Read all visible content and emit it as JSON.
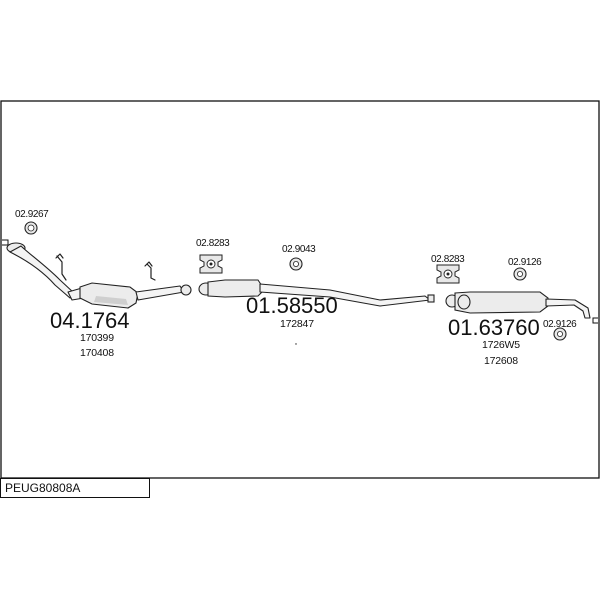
{
  "diagram_code": "PEUG80808A",
  "assemblies": [
    {
      "part_number": "04.1764",
      "refs": [
        "170399",
        "170408"
      ]
    },
    {
      "part_number": "01.58550",
      "refs": [
        "172847"
      ]
    },
    {
      "part_number": "01.63760",
      "refs": [
        "1726W5",
        "172608"
      ]
    }
  ],
  "accessories": [
    {
      "part_number": "02.9267",
      "type": "gasket-ring"
    },
    {
      "part_number": "02.8283",
      "type": "rubber-mount"
    },
    {
      "part_number": "02.9043",
      "type": "rubber-ring"
    },
    {
      "part_number": "02.8283",
      "type": "rubber-mount"
    },
    {
      "part_number": "02.9126",
      "type": "rubber-ring"
    },
    {
      "part_number": "02.9126",
      "type": "rubber-ring"
    }
  ]
}
